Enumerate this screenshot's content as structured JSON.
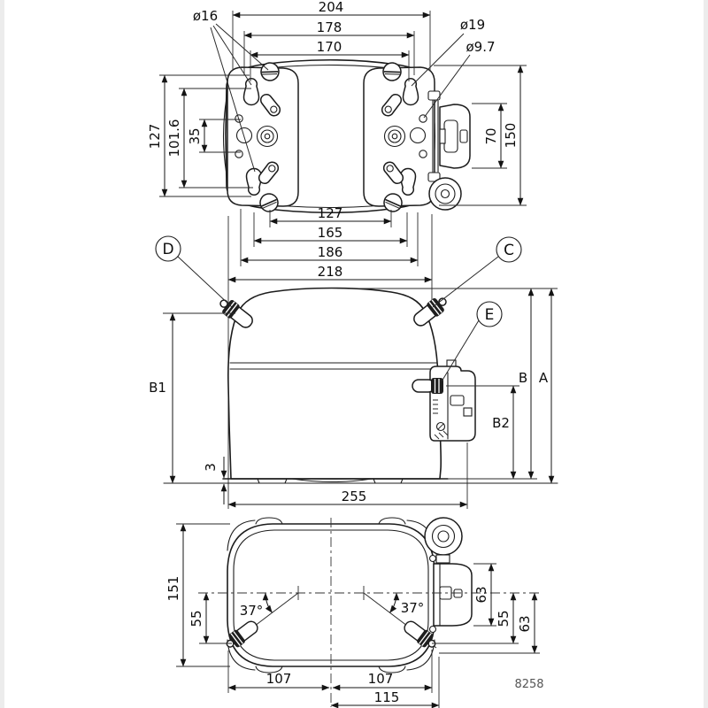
{
  "top": {
    "dia16": "ø16",
    "dia19": "ø19",
    "dia97": "ø9.7",
    "w204": "204",
    "w178": "178",
    "w170": "170",
    "h127": "127",
    "h1016": "101.6",
    "h35": "35",
    "h70": "70",
    "h150": "150",
    "b127": "127",
    "b165": "165",
    "b186": "186",
    "b218": "218"
  },
  "front": {
    "d": "D",
    "c": "C",
    "e": "E",
    "b1": "B1",
    "b": "B",
    "a": "A",
    "b2": "B2",
    "t3": "3",
    "w255": "255"
  },
  "bottom": {
    "h151": "151",
    "l55": "55",
    "al": "37°",
    "ar": "37°",
    "r63a": "63",
    "r55": "55",
    "r63b": "63",
    "w107l": "107",
    "w107r": "107",
    "w115": "115"
  },
  "meta": {
    "number": "8258"
  }
}
